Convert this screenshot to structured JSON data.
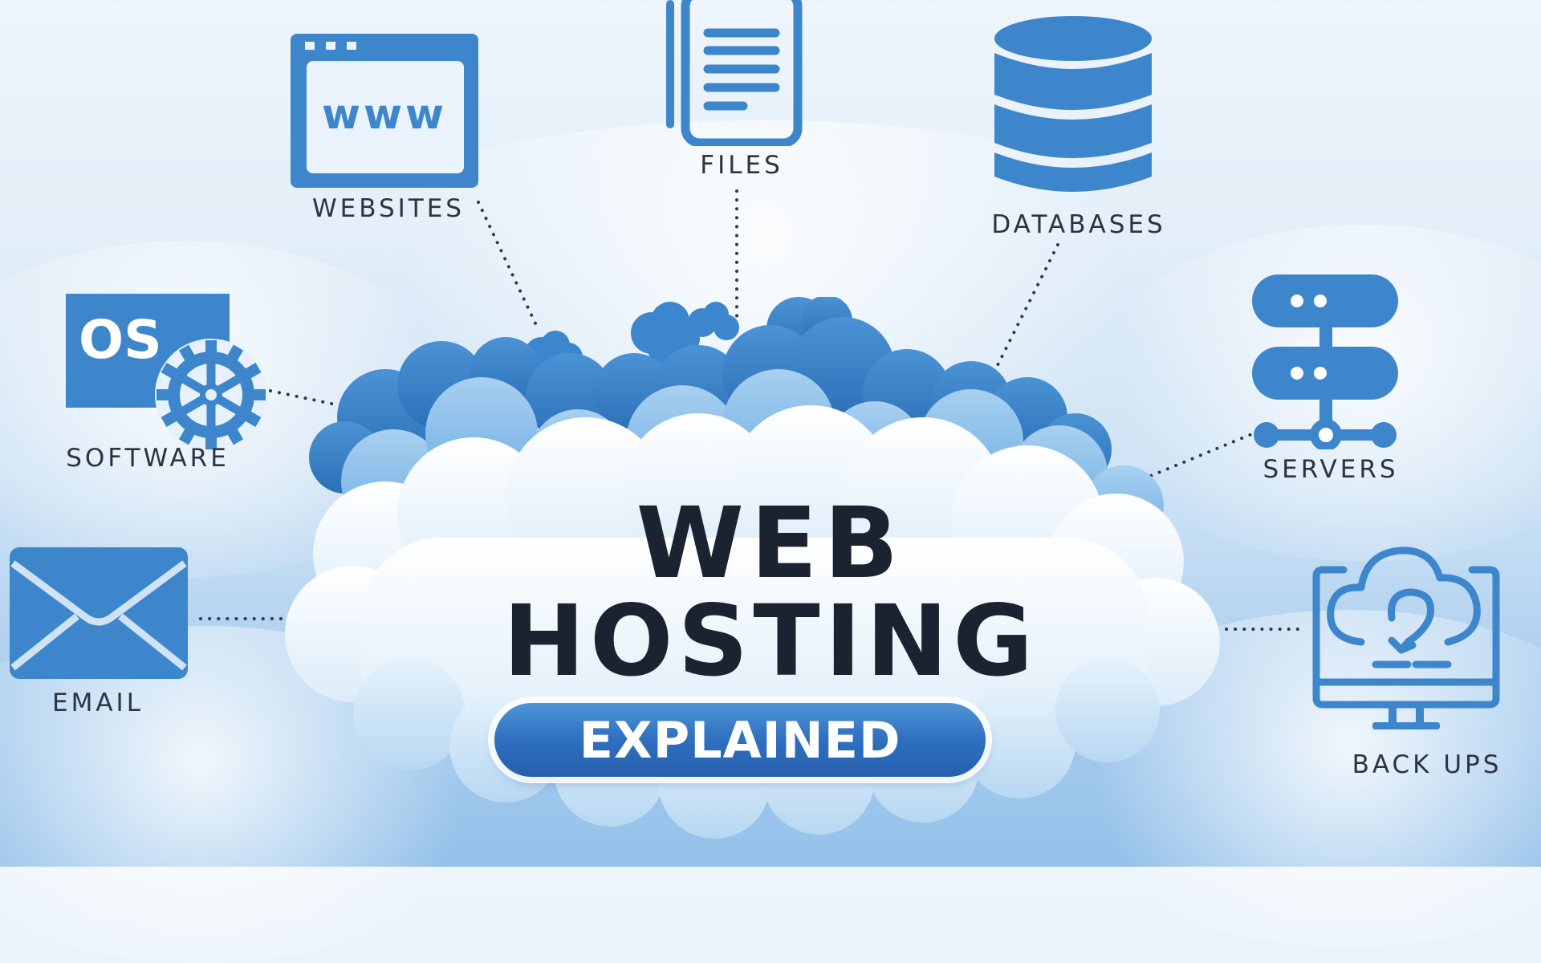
{
  "title": {
    "line1": "WEB",
    "line2": "HOSTING",
    "badge": "EXPLAINED"
  },
  "colors": {
    "icon_blue": "#3d86cc",
    "title_dark": "#1b2230",
    "label_gray": "#2b3440",
    "badge_blue": "#2f6fbf",
    "sky_light": "#eef5fb",
    "sky_deep": "#94c1ea"
  },
  "features": [
    {
      "id": "websites",
      "label": "WEBSITES",
      "icon": "browser-www-icon",
      "icon_text": "www"
    },
    {
      "id": "files",
      "label": "FILES",
      "icon": "document-icon"
    },
    {
      "id": "databases",
      "label": "DATABASES",
      "icon": "database-icon"
    },
    {
      "id": "software",
      "label": "SOFTWARE",
      "icon": "os-gear-icon",
      "icon_text": "OS"
    },
    {
      "id": "servers",
      "label": "SERVERS",
      "icon": "server-icon"
    },
    {
      "id": "email",
      "label": "EMAIL",
      "icon": "envelope-icon"
    },
    {
      "id": "backups",
      "label": "BACK UPS",
      "icon": "cloud-backup-monitor-icon"
    }
  ]
}
